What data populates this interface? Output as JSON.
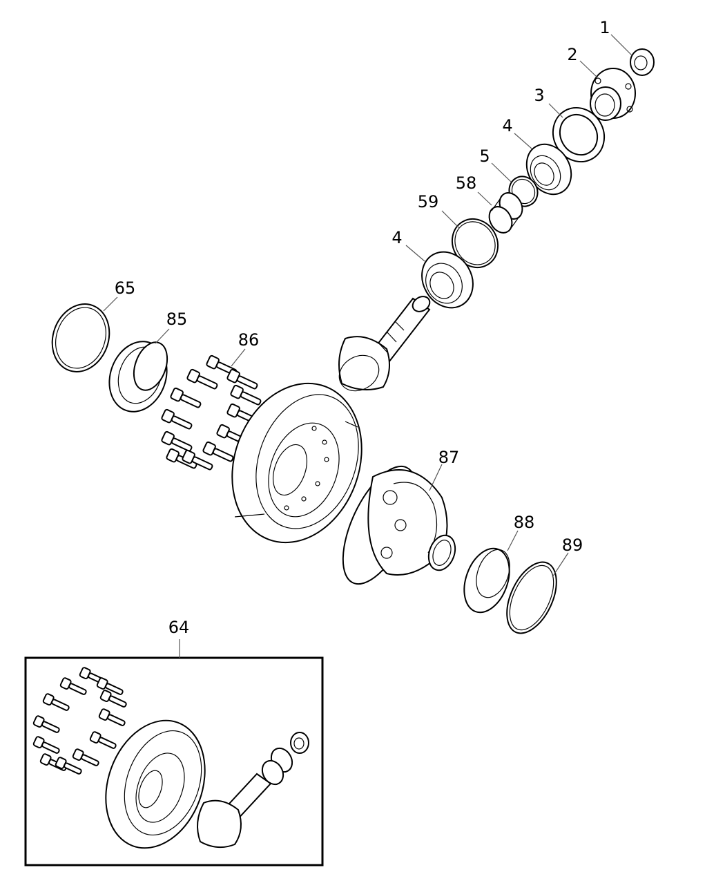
{
  "callouts": {
    "c1": "1",
    "c2": "2",
    "c3": "3",
    "c4a": "4",
    "c5": "5",
    "c58": "58",
    "c59": "59",
    "c4b": "4",
    "c65": "65",
    "c85": "85",
    "c86": "86",
    "c87": "87",
    "c88": "88",
    "c89": "89",
    "c64": "64"
  },
  "colors": {
    "line": "#000000",
    "background": "#ffffff"
  }
}
